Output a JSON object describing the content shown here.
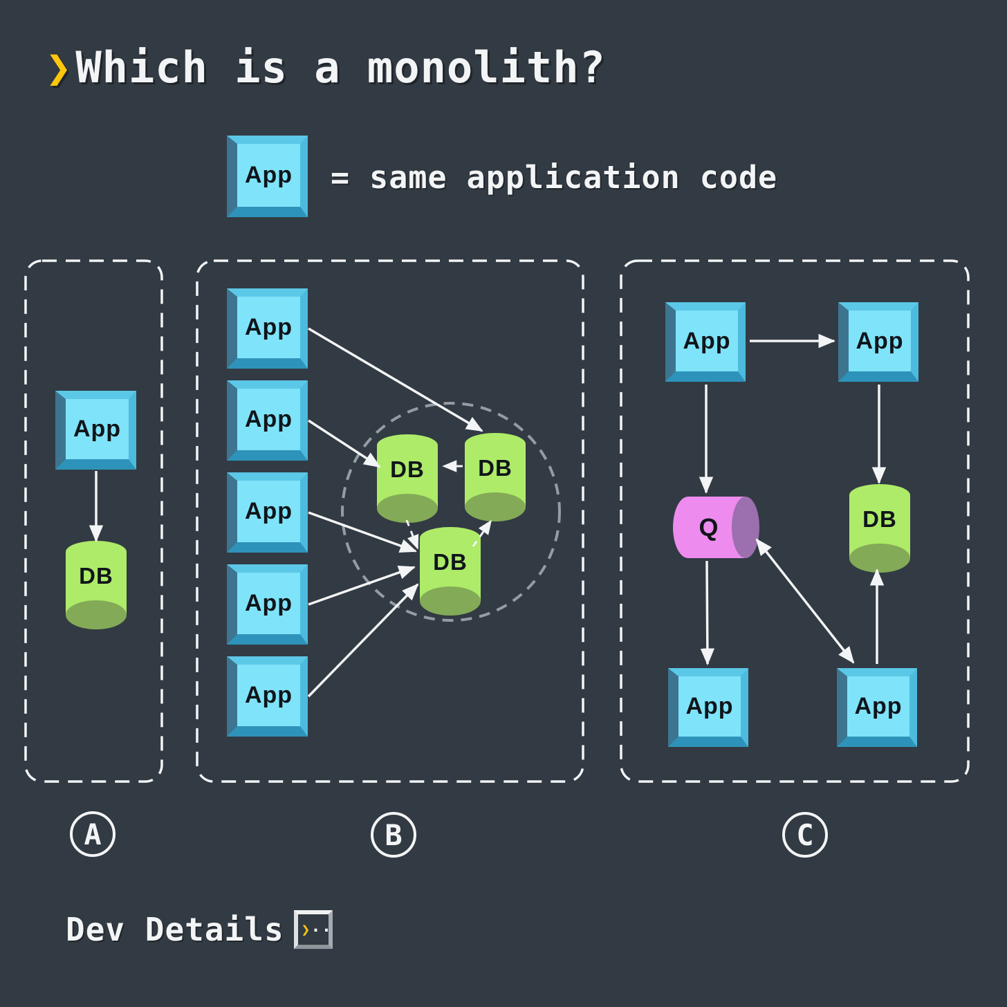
{
  "title": {
    "prompt_symbol": "❯",
    "text": "Which is a monolith?"
  },
  "legend": {
    "node_label": "App",
    "description": "= same application code"
  },
  "node_labels": {
    "app": "App",
    "db": "DB",
    "queue": "Q"
  },
  "panel_labels": {
    "a": "A",
    "b": "B",
    "c": "C"
  },
  "footer": {
    "brand": "Dev Details",
    "terminal_prompt": "❯",
    "terminal_dots": ".."
  },
  "colors": {
    "bg": "#323a43",
    "ink": "#f3f4f5",
    "yellow": "#fdc70d",
    "kc_face": "#7fe3f9",
    "kc_top": "#5cc8e8",
    "kc_right": "#4cbbdd",
    "kc_bottom": "#2e93ba",
    "kc_left": "#3d7590",
    "db": "#aeeb69",
    "db_cap": "#83aa56",
    "q": "#ee8bee",
    "q_cap": "#9c6fae",
    "wire_gray": "#959ca3"
  }
}
